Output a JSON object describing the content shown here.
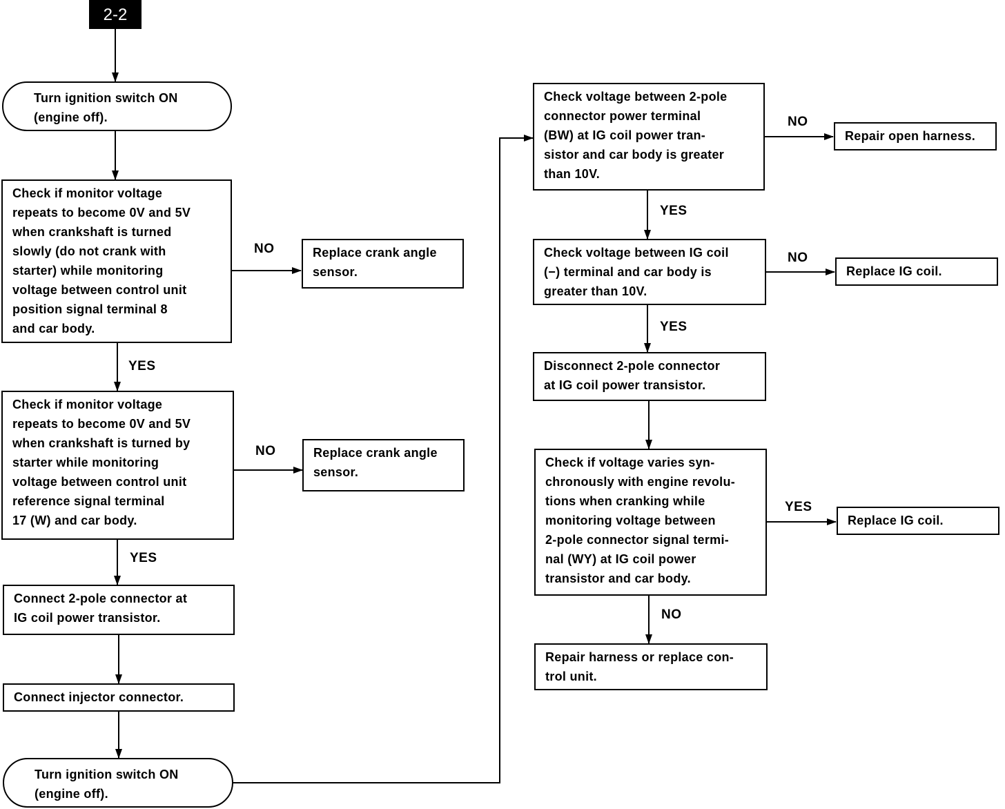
{
  "tag": "2-2",
  "nodes": {
    "n1": "Turn ignition switch ON\n(engine off).",
    "n2": "Check if monitor voltage\nrepeats to become 0V and 5V\nwhen crankshaft is turned\nslowly (do not crank with\nstarter) while monitoring\nvoltage between control unit\nposition signal terminal 8\nand car body.",
    "n2_no": "Replace crank angle\nsensor.",
    "n3": "Check if monitor voltage\nrepeats to become 0V and 5V\nwhen crankshaft is turned by\nstarter while monitoring\nvoltage between control unit\nreference signal terminal\n17 (W) and car body.",
    "n3_no": "Replace crank angle\nsensor.",
    "n4": "Connect 2-pole connector at\nIG coil power transistor.",
    "n5": "Connect injector connector.",
    "n6": "Turn ignition switch ON\n(engine off).",
    "r1": "Check voltage between 2-pole\nconnector power terminal\n(BW) at IG coil power tran-\nsistor and car body is greater\nthan 10V.",
    "r1_no": "Repair open harness.",
    "r2": "Check voltage between IG coil\n(−) terminal and car body is\ngreater than 10V.",
    "r2_no": "Replace IG coil.",
    "r3": "Disconnect 2-pole connector\nat IG coil power transistor.",
    "r4": "Check if voltage varies syn-\nchronously with engine revolu-\ntions when cranking while\nmonitoring voltage between\n2-pole connector signal termi-\nnal (WY) at IG coil power\ntransistor and car body.",
    "r4_yes": "Replace IG coil.",
    "r5": "Repair harness or replace con-\ntrol unit."
  },
  "labels": {
    "n2_no": "NO",
    "n2_yes": "YES",
    "n3_no": "NO",
    "n3_yes": "YES",
    "r1_no": "NO",
    "r1_yes": "YES",
    "r2_no": "NO",
    "r2_yes": "YES",
    "r4_yes": "YES",
    "r4_no": "NO"
  }
}
